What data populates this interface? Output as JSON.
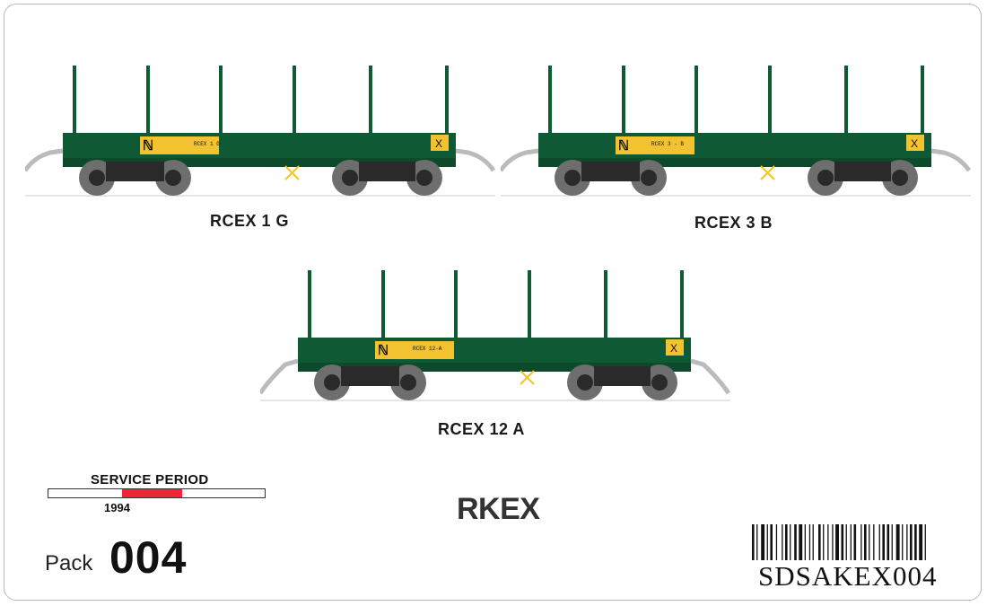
{
  "wagons": [
    {
      "label": "RCEX 1 G",
      "panel_code": "RCEX 1 G"
    },
    {
      "label": "RCEX 3 B",
      "panel_code": "RCEX 3 - B"
    },
    {
      "label": "RCEX 12 A",
      "panel_code": "RCEX 12-A"
    }
  ],
  "service_period": {
    "title": "SERVICE PERIOD",
    "year": "1994",
    "start_fraction": 0.34,
    "end_fraction": 0.62
  },
  "pack": {
    "word": "Pack",
    "number": "004"
  },
  "class_code": "RKEX",
  "barcode": {
    "text": "SDSAKEX004"
  },
  "colors": {
    "body_green": "#0f5a35",
    "logo_yellow": "#f2c230",
    "wheel_grey": "#7d7d7d",
    "service_red": "#f0253c"
  }
}
